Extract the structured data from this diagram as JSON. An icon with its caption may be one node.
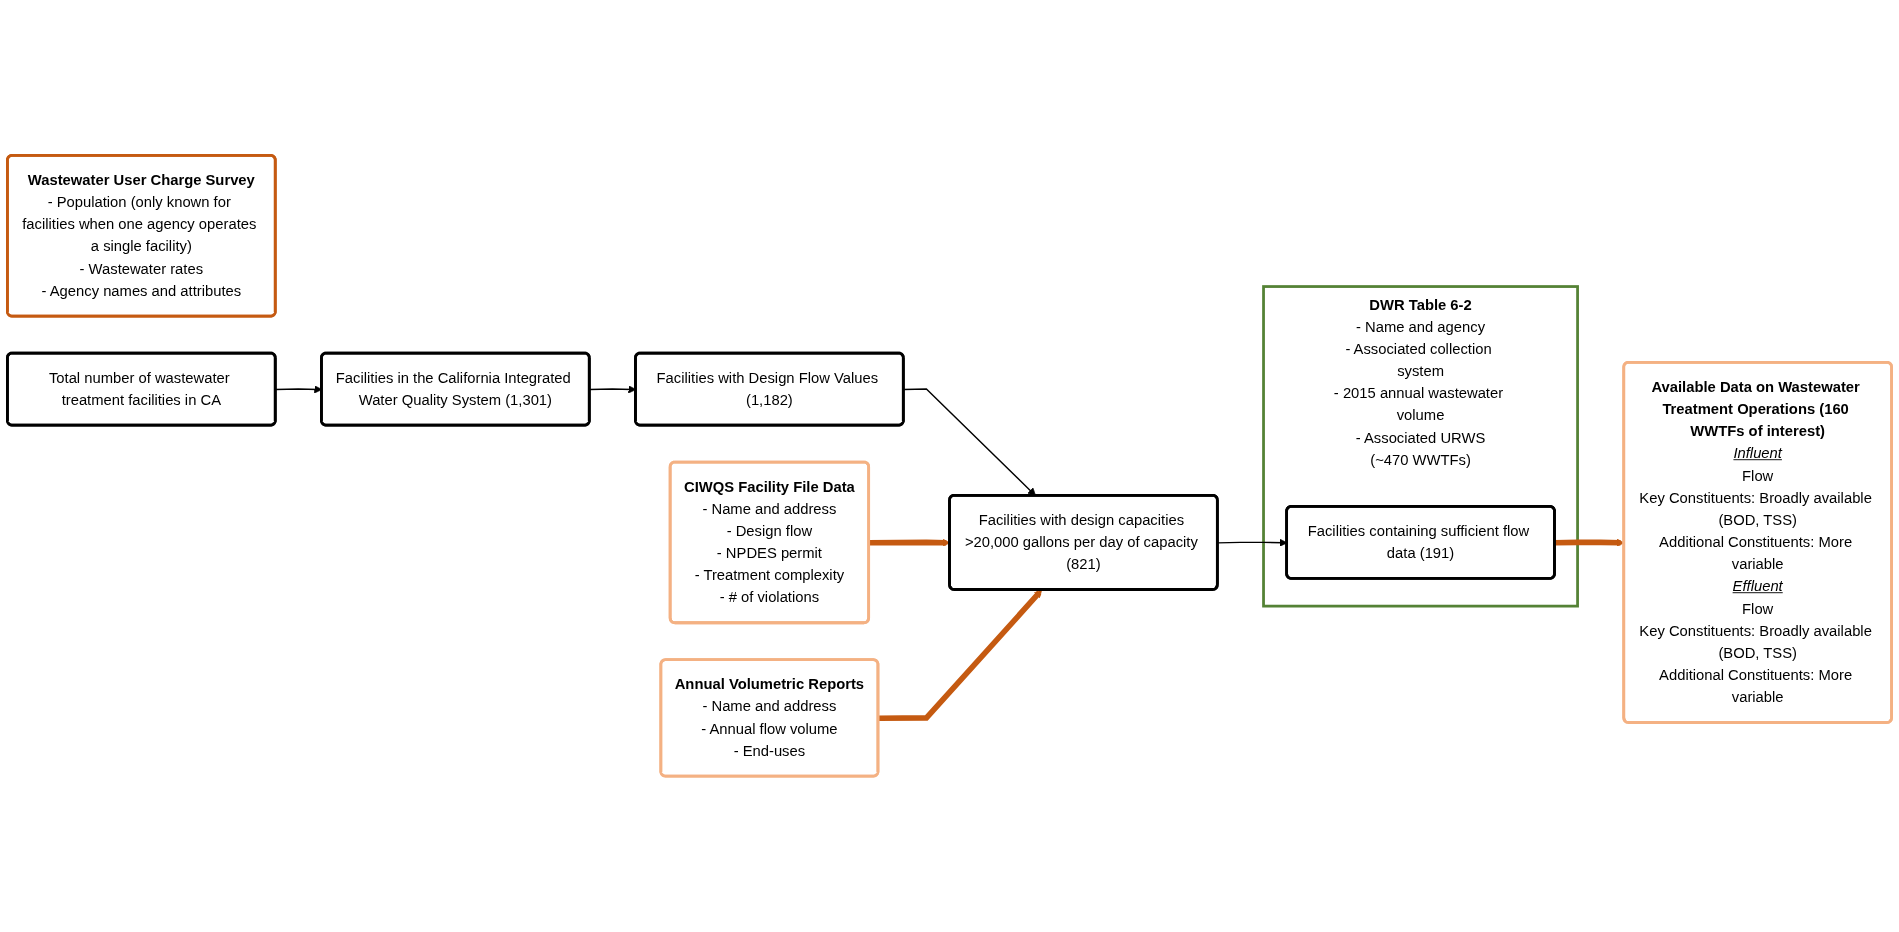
{
  "diagram": {
    "nodes": [
      {
        "text": [
          "Wastewater User Charge Survey",
          "- Population (only known for facilities when one agency operates a single facility)",
          "- Wastewater rates",
          "- Agency names and attributes"
        ]
      },
      {
        "text": [
          "CIWQS Facility File Data",
          "- Name and address",
          "- Design flow",
          "- NPDES permit",
          "- Treatment complexity",
          "- # of violations"
        ]
      },
      {
        "text": [
          "Annual Volumetric Reports",
          "- Name and address",
          "- Annual flow volume",
          "- End-uses"
        ]
      },
      {
        "text": [
          "DWR Table 6-2",
          "- Name and agency",
          "- Associated collection system",
          "- 2015 annual wastewater volume",
          "- Associated URWS",
          "(~470 WWTFs)"
        ]
      },
      {
        "text": [
          "Total number of wastewater treatment facilities in CA"
        ]
      },
      {
        "text": [
          "Facilities in the California Integrated Water Quality System (1,301)"
        ]
      },
      {
        "text": [
          "Facilities with Design Flow Values (1,182)"
        ]
      },
      {
        "text": [
          "Facilities with design capacities >20,000 gallons per day of capacity (821)"
        ]
      },
      {
        "text": [
          "Facilities containing sufficient flow data (191)"
        ],
        "in": 3
      },
      {
        "text": [
          "Available Data on Wastewater Treatment Operations (160 WWTFs of interest)",
          "Influent",
          "Flow",
          "Key Constituents: Broadly available (BOD, TSS)",
          "Additional Constituents: More variable",
          "Effluent",
          "Flow",
          "Key Constituents: Broadly available (BOD, TSS)",
          "Additional Constituents: More variable"
        ]
      }
    ],
    "edges": [
      {
        "from": 4,
        "to": 5,
        "arrow": "to"
      },
      {
        "from": 5,
        "to": 6,
        "arrow": "to"
      },
      {
        "from": 6,
        "to": 7,
        "arrow": "to"
      },
      {
        "from": 1,
        "to": 7,
        "arrow": "to",
        "style": "thick",
        "color": "#c55a11"
      },
      {
        "from": 2,
        "to": 7,
        "arrow": "to",
        "style": "thick",
        "color": "#c55a11"
      },
      {
        "from": 7,
        "to": 8,
        "arrow": "to"
      },
      {
        "from": 8,
        "to": 9,
        "arrow": "to",
        "style": "thick",
        "color": "#c55a11"
      }
    ]
  }
}
